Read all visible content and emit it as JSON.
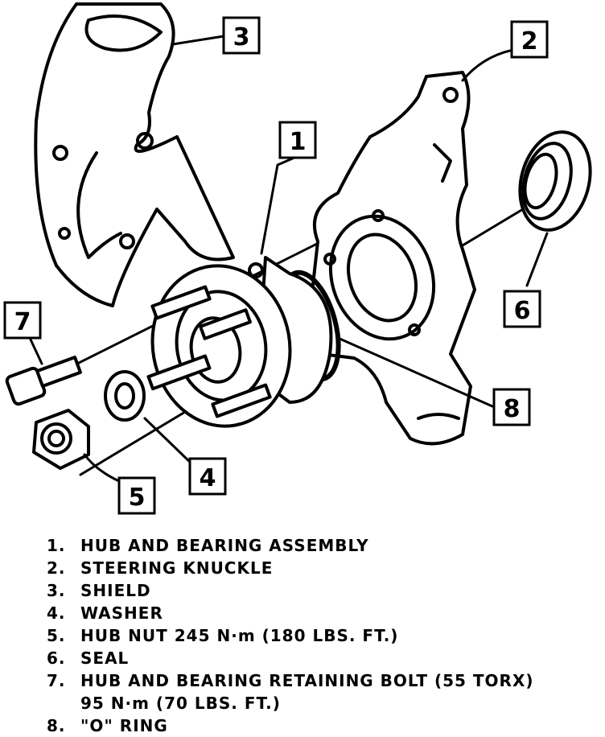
{
  "callouts": {
    "c1": "1",
    "c2": "2",
    "c3": "3",
    "c4": "4",
    "c5": "5",
    "c6": "6",
    "c7": "7",
    "c8": "8"
  },
  "legend": [
    {
      "num": "1.",
      "text": "HUB AND BEARING ASSEMBLY"
    },
    {
      "num": "2.",
      "text": "STEERING KNUCKLE"
    },
    {
      "num": "3.",
      "text": "SHIELD"
    },
    {
      "num": "4.",
      "text": "WASHER"
    },
    {
      "num": "5.",
      "text": "HUB NUT 245 N·m (180 LBS. FT.)"
    },
    {
      "num": "6.",
      "text": "SEAL"
    },
    {
      "num": "7.",
      "text": "HUB AND BEARING RETAINING BOLT (55 TORX)\n95 N·m (70 LBS. FT.)"
    },
    {
      "num": "8.",
      "text": "\"O\" RING"
    }
  ]
}
